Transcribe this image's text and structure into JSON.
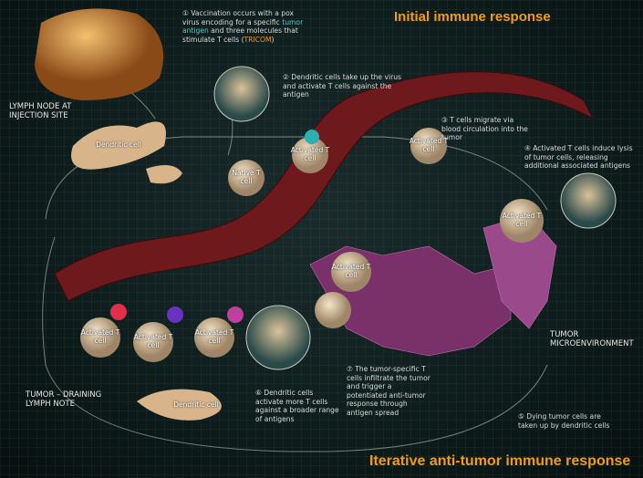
{
  "titles": {
    "top": "Initial immune response",
    "bottom": "Iterative anti-tumor immune response"
  },
  "regions": {
    "lymph_node": "LYMPH NODE AT INJECTION SITE",
    "tumor_env": "TUMOR MICROENVIRONMENT",
    "draining": "TUMOR – DRAINING LYMPH NOTE"
  },
  "steps": [
    {
      "num": "①",
      "pre": "Vaccination occurs with a pox virus encoding for a specific ",
      "hl": "tumor antigen",
      "mid": " and three molecules that stimulate T cells (",
      "hl2": "TRICOM",
      "post": ")"
    },
    {
      "num": "②",
      "text": "Dendritic cells take up the virus and activate T cells against the antigen"
    },
    {
      "num": "③",
      "text": "T cells migrate via blood circulation into the tumor"
    },
    {
      "num": "④",
      "text": "Activated T cells induce lysis of tumor cells, releasing additional associated antigens"
    },
    {
      "num": "⑤",
      "text": "Dying tumor cells are taken up by dendritic cells"
    },
    {
      "num": "⑥",
      "text": "Dendritic cells activate more T cells against a broader range of antigens"
    },
    {
      "num": "⑦",
      "text": "The tumor-specific T cells infiltrate the tumor and trigger a potentiated anti-tumor response through antigen spread"
    }
  ],
  "cells": {
    "dendritic": "Dendritic cell",
    "native": "Native T cell",
    "activated": "Activated T cell"
  },
  "colors": {
    "title": "#f39c12",
    "highlight": "#4fd0d0",
    "vessel": "#6e1a1c",
    "tumor": "#8a3a78"
  }
}
